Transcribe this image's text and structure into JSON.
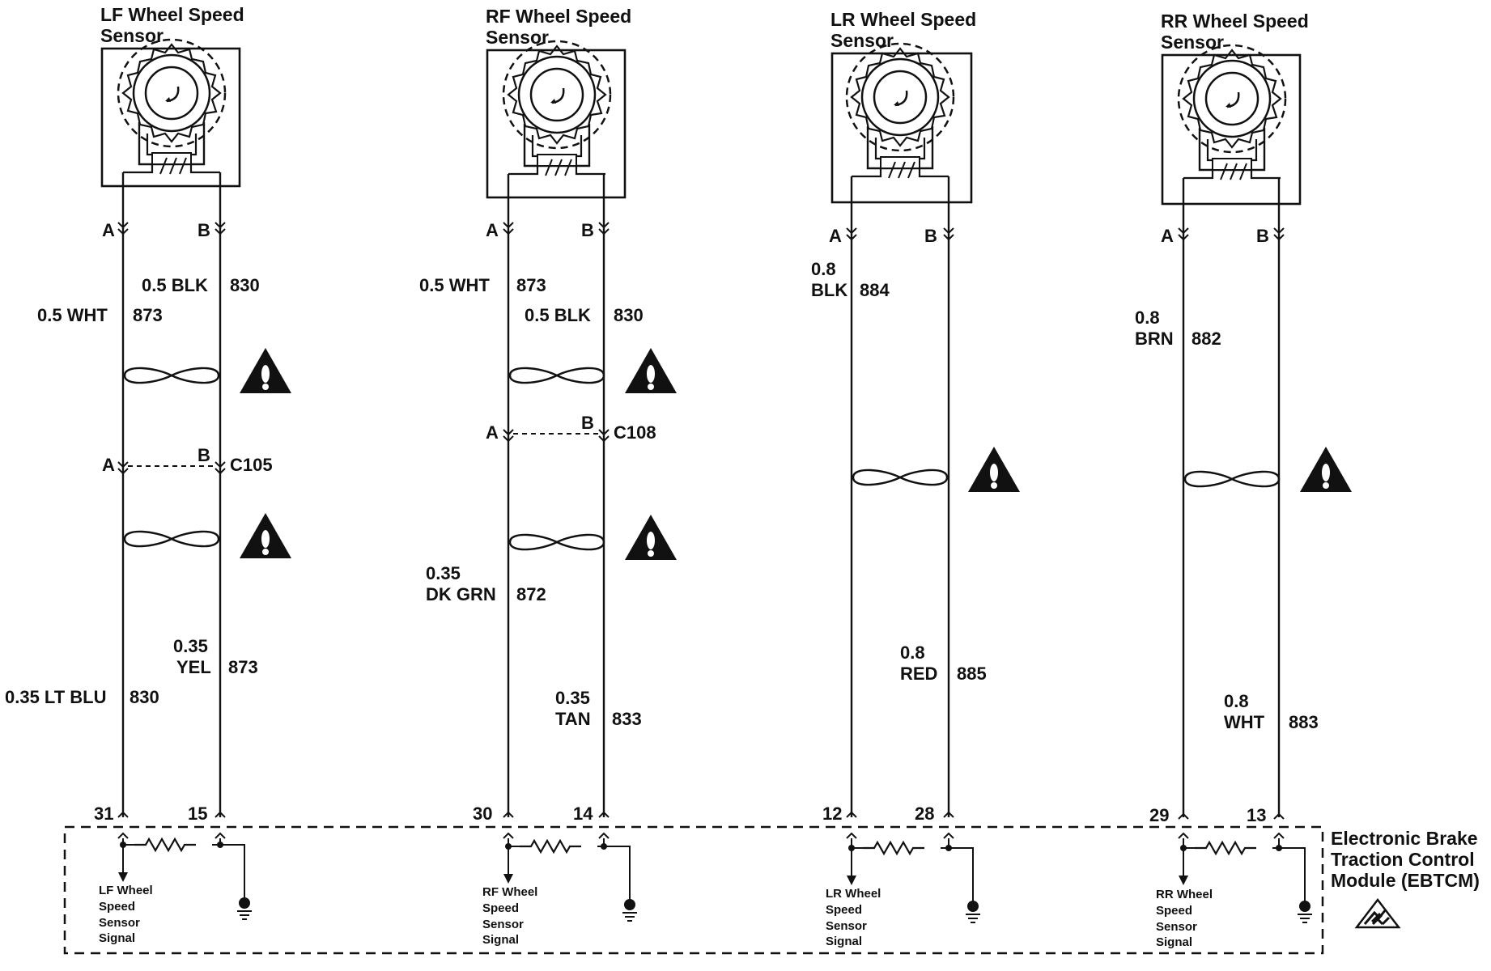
{
  "sensors": [
    {
      "title1": "LF Wheel Speed",
      "title2": "Sensor",
      "pinA": "A",
      "pinB": "B",
      "wireA_upper": [
        "0.5 WHT",
        "873"
      ],
      "wireB_upper": [
        "0.5 BLK",
        "830"
      ],
      "connector": {
        "id": "C105",
        "a": "A",
        "b": "B"
      },
      "wireA_lower": [
        "0.35 LT BLU",
        "830"
      ],
      "wireB_lower": [
        "0.35",
        "YEL",
        "873"
      ],
      "pinNumA": "31",
      "pinNumB": "15",
      "signal": [
        "LF Wheel",
        "Speed",
        "Sensor",
        "Signal"
      ]
    },
    {
      "title1": "RF Wheel Speed",
      "title2": "Sensor",
      "pinA": "A",
      "pinB": "B",
      "wireA_upper": [
        "0.5 WHT",
        "873"
      ],
      "wireB_upper": [
        "0.5 BLK",
        "830"
      ],
      "connector": {
        "id": "C108",
        "a": "A",
        "b": "B"
      },
      "wireA_lower": [
        "0.35",
        "DK GRN",
        "872"
      ],
      "wireB_lower": [
        "0.35",
        "TAN",
        "833"
      ],
      "pinNumA": "30",
      "pinNumB": "14",
      "signal": [
        "RF Wheel",
        "Speed",
        "Sensor",
        "Signal"
      ]
    },
    {
      "title1": "LR Wheel Speed",
      "title2": "Sensor",
      "pinA": "A",
      "pinB": "B",
      "wireA": [
        "0.8",
        "BLK",
        "884"
      ],
      "wireB": [
        "0.8",
        "RED",
        "885"
      ],
      "pinNumA": "12",
      "pinNumB": "28",
      "signal": [
        "LR Wheel",
        "Speed",
        "Sensor",
        "Signal"
      ]
    },
    {
      "title1": "RR Wheel Speed",
      "title2": "Sensor",
      "pinA": "A",
      "pinB": "B",
      "wireA": [
        "0.8",
        "BRN",
        "882"
      ],
      "wireB": [
        "0.8",
        "WHT",
        "883"
      ],
      "pinNumA": "29",
      "pinNumB": "13",
      "signal": [
        "RR Wheel",
        "Speed",
        "Sensor",
        "Signal"
      ]
    }
  ],
  "module": {
    "line1": "Electronic Brake",
    "line2": "Traction Control",
    "line3": "Module (EBTCM)"
  },
  "icons": {
    "warning": "warning-triangle-icon",
    "esd": "esd-sensitive-icon",
    "ground": "ground-icon"
  }
}
